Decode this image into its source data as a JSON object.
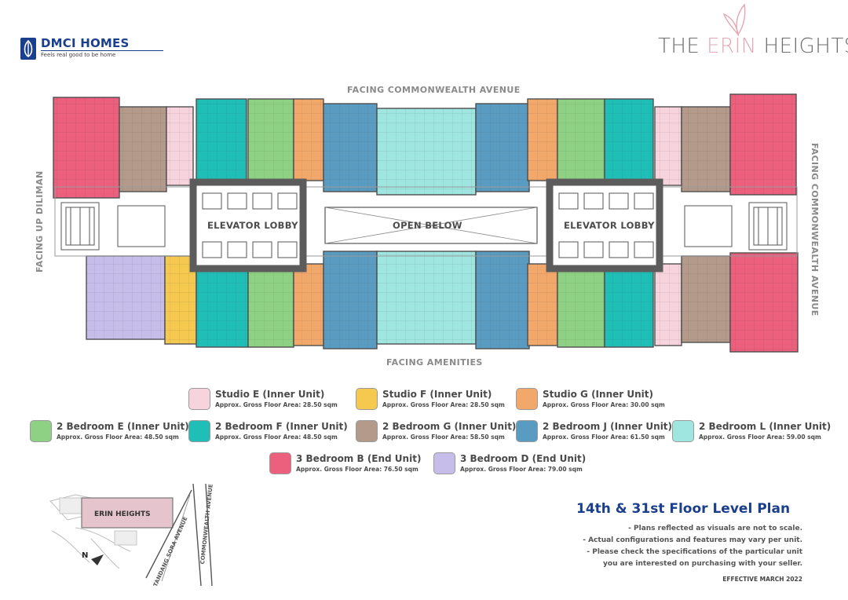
{
  "brand": {
    "name": "DMCI HOMES",
    "tagline": "Feels real good to be home"
  },
  "project": {
    "part1": "THE ",
    "part2": "ERIN",
    "part3": " HEIGHTS"
  },
  "facings": {
    "top": "FACING COMMONWEALTH AVENUE",
    "bottom": "FACING AMENITIES",
    "left": "FACING UP DILIMAN",
    "right": "FACING COMMONWEALTH AVENUE"
  },
  "plan_labels": {
    "lobby_left": "ELEVATOR LOBBY",
    "open_below": "OPEN BELOW",
    "lobby_right": "ELEVATOR LOBBY"
  },
  "colors": {
    "studio_e": "#f7d3de",
    "studio_f": "#f5c94f",
    "studio_g": "#f3a86b",
    "br2_e": "#8fd184",
    "br2_f": "#1fbfb7",
    "br2_g": "#b39a8b",
    "br2_j": "#5a9cc1",
    "br2_l": "#9fe6e0",
    "br3_b": "#ec5f7d",
    "br3_d": "#c7bdea"
  },
  "legend": [
    {
      "key": "studio_e",
      "name": "Studio E (Inner Unit)",
      "area": "Approx. Gross Floor Area: 28.50 sqm"
    },
    {
      "key": "studio_f",
      "name": "Studio F (Inner Unit)",
      "area": "Approx. Gross Floor Area: 28.50 sqm"
    },
    {
      "key": "studio_g",
      "name": "Studio G (Inner Unit)",
      "area": "Approx. Gross Floor Area: 30.00 sqm"
    },
    {
      "key": "br2_e",
      "name": "2 Bedroom E (Inner Unit)",
      "area": "Approx. Gross Floor Area: 48.50 sqm"
    },
    {
      "key": "br2_f",
      "name": "2 Bedroom F (Inner Unit)",
      "area": "Approx. Gross Floor Area: 48.50 sqm"
    },
    {
      "key": "br2_g",
      "name": "2 Bedroom G (Inner Unit)",
      "area": "Approx. Gross Floor Area: 58.50 sqm"
    },
    {
      "key": "br2_j",
      "name": "2 Bedroom J (Inner Unit)",
      "area": "Approx. Gross Floor Area: 61.50 sqm"
    },
    {
      "key": "br2_l",
      "name": "2 Bedroom L (Inner Unit)",
      "area": "Approx. Gross Floor Area: 59.00 sqm"
    },
    {
      "key": "br3_b",
      "name": "3 Bedroom B (End Unit)",
      "area": "Approx. Gross Floor Area: 76.50 sqm"
    },
    {
      "key": "br3_d",
      "name": "3 Bedroom D (End Unit)",
      "area": "Approx. Gross Floor Area: 79.00 sqm"
    }
  ],
  "floor_title": "14th & 31st Floor Level Plan",
  "notes": [
    "- Plans reflected as visuals are not to scale.",
    "- Actual configurations and features may vary per unit.",
    "- Please check the specifications of the particular unit",
    "you are interested on purchasing with your seller."
  ],
  "effective": "EFFECTIVE MARCH 2022",
  "location_map": {
    "building": "ERIN HEIGHTS",
    "road1": "TANDANG SORA AVENUE",
    "road2": "COMMONWEALTH AVENUE",
    "north": "N"
  }
}
